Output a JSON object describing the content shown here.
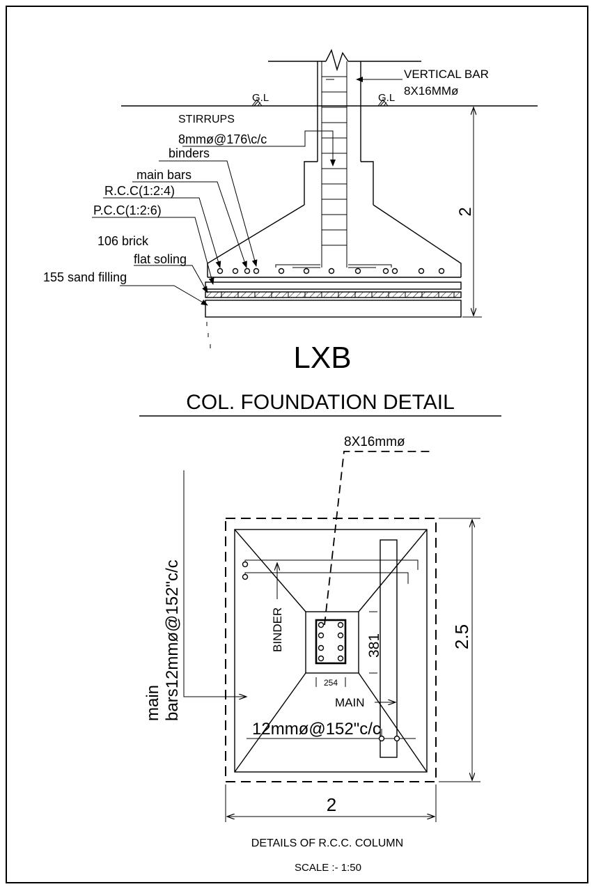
{
  "section": {
    "vertical_bar_label": "VERTICAL  BAR",
    "vertical_bar_spec": "8X16MMø",
    "gl_left": "G.L",
    "gl_right": "G.L",
    "stirrups_label": "STIRRUPS",
    "stirrups_spec": "8mmø@176\\c/c",
    "binders_label": "binders",
    "main_bars_label": "main  bars",
    "rcc_label": "R.C.C(1:2:4)",
    "pcc_label": "P.C.C(1:2:6)",
    "brick_label": "106  brick",
    "flat_soling_label": "flat  soling",
    "sand_label": "155  sand  filling",
    "depth_dim": "2"
  },
  "titles": {
    "code": "LXB",
    "main_title": "COL.  FOUNDATION  DETAIL"
  },
  "plan": {
    "column_bars_label": "8X16mmø",
    "main_bars_vertical_line1": "main",
    "main_bars_vertical_line2": "bars12mmø@152\"c/c",
    "binder_label": "BINDER",
    "column_depth_dim": "381",
    "column_width_dim": "254",
    "main_label": "MAIN",
    "bottom_bars_spec": "12mmø@152\"c/c",
    "length_dim": "2.5",
    "width_dim": "2"
  },
  "footer": {
    "details_title": "DETAILS OF R.C.C. COLUMN",
    "scale": "SCALE :- 1:50"
  }
}
